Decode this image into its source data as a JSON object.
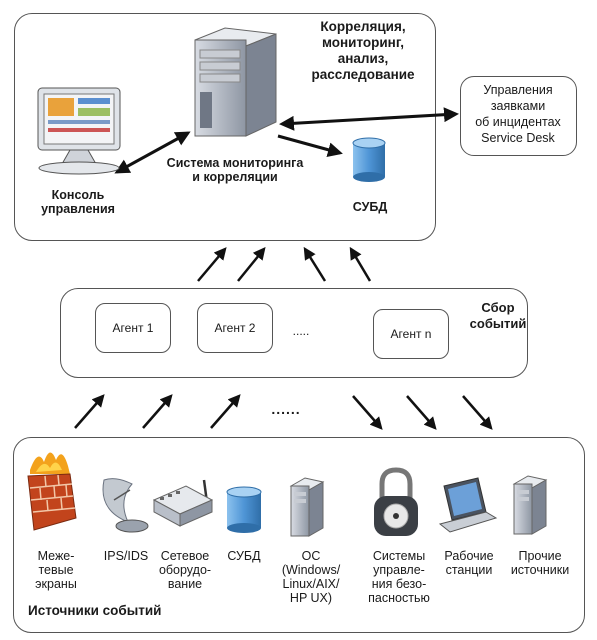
{
  "top": {
    "heading": "Корреляция,\nмониторинг,\nанализ,\nрасследование",
    "console_label": "Консоль\nуправления",
    "system_label": "Система мониторинга\nи корреляции",
    "db_label": "СУБД"
  },
  "service_desk": {
    "label": "Управления\nзаявками\nоб инцидентах\nService Desk"
  },
  "collection": {
    "title": "Сбор\nсобытий",
    "agents": [
      "Агент 1",
      "Агент 2",
      "Агент n"
    ],
    "ellipsis": "....."
  },
  "sources": {
    "title": "Источники событий",
    "ellipsis": "......",
    "items": [
      {
        "icon": "firewall-icon",
        "label": "Меже-\nтевые\nэкраны"
      },
      {
        "icon": "satellite-dish-icon",
        "label": "IPS/IDS"
      },
      {
        "icon": "network-switch-icon",
        "label": "Сетевое\nоборудо-\nвание"
      },
      {
        "icon": "database-icon",
        "label": "СУБД"
      },
      {
        "icon": "server-icon",
        "label": "ОС\n(Windows/\nLinux/AIX/\nHP UX)"
      },
      {
        "icon": "padlock-icon",
        "label": "Системы\nуправле-\nния безо-\nпасностью"
      },
      {
        "icon": "laptop-icon",
        "label": "Рабочие\nстанции"
      },
      {
        "icon": "server-icon",
        "label": "Прочие\nисточники"
      }
    ]
  },
  "colors": {
    "border": "#555555",
    "server": "#b9bfc9",
    "database": "#4f95d6",
    "firewall": "#c2441c"
  }
}
